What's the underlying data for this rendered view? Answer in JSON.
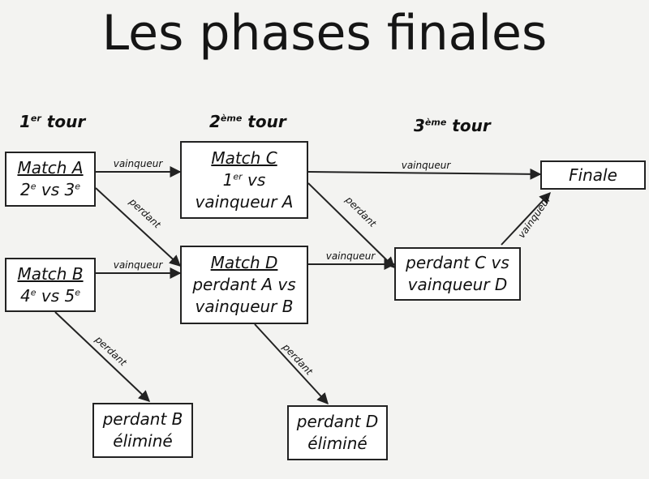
{
  "title": "Les phases finales",
  "rounds": {
    "r1": {
      "base": "1",
      "sup": "er",
      "rest": " tour"
    },
    "r2": {
      "base": "2",
      "sup": "ème",
      "rest": " tour"
    },
    "r3": {
      "base": "3",
      "sup": "ème",
      "rest": " tour"
    }
  },
  "boxes": {
    "match_a": {
      "title": "Match A",
      "l1a": "2",
      "l1b": "e",
      "l1c": " vs 3",
      "l1d": "e"
    },
    "match_b": {
      "title": "Match B",
      "l1a": "4",
      "l1b": "e",
      "l1c": " vs 5",
      "l1d": "e"
    },
    "match_c": {
      "title": "Match C",
      "l1a": "1",
      "l1b": "er",
      "l1c": " vs",
      "l2": "vainqueur A"
    },
    "match_d": {
      "title": "Match D",
      "l1": "perdant A vs",
      "l2": "vainqueur B"
    },
    "match_e": {
      "l1": "perdant C vs",
      "l2": "vainqueur D"
    },
    "finale": {
      "label": "Finale"
    },
    "elim_b": {
      "l1": "perdant B",
      "l2": "éliminé"
    },
    "elim_d": {
      "l1": "perdant D",
      "l2": "éliminé"
    }
  },
  "edges": {
    "a_to_c": "vainqueur",
    "a_to_d": "perdant",
    "b_to_d": "vainqueur",
    "b_out": "perdant",
    "c_to_finale": "vainqueur",
    "c_to_e": "perdant",
    "d_to_e": "vainqueur",
    "d_out": "perdant",
    "e_to_finale": "vainqueur"
  }
}
